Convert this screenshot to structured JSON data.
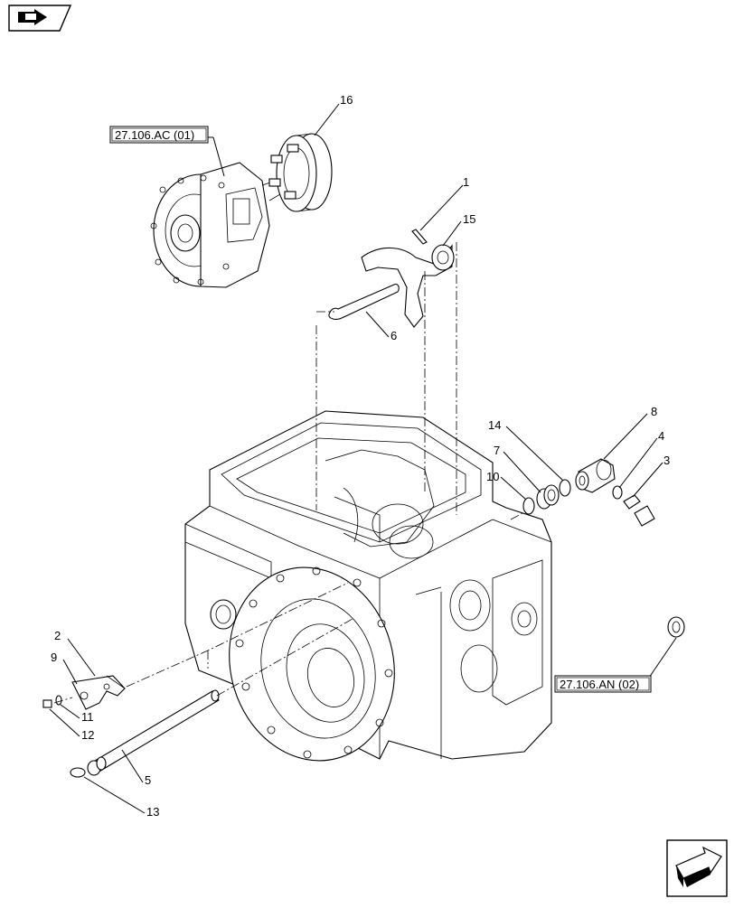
{
  "diagram": {
    "callouts": [
      {
        "id": "1",
        "text": "1"
      },
      {
        "id": "2",
        "text": "2"
      },
      {
        "id": "3",
        "text": "3"
      },
      {
        "id": "4",
        "text": "4"
      },
      {
        "id": "5",
        "text": "5"
      },
      {
        "id": "6",
        "text": "6"
      },
      {
        "id": "7",
        "text": "7"
      },
      {
        "id": "8",
        "text": "8"
      },
      {
        "id": "9",
        "text": "9"
      },
      {
        "id": "10",
        "text": "10"
      },
      {
        "id": "11",
        "text": "11"
      },
      {
        "id": "12",
        "text": "12"
      },
      {
        "id": "13",
        "text": "13"
      },
      {
        "id": "14",
        "text": "14"
      },
      {
        "id": "15",
        "text": "15"
      },
      {
        "id": "16",
        "text": "16"
      }
    ],
    "references": [
      {
        "id": "ref-differential",
        "text": "27.106.AC (01)"
      },
      {
        "id": "ref-oil-pipe",
        "text": "27.106.AN (02)"
      }
    ],
    "icons": {
      "top_left": "view-direction-icon",
      "bottom_right": "next-page-arrow-icon"
    }
  }
}
